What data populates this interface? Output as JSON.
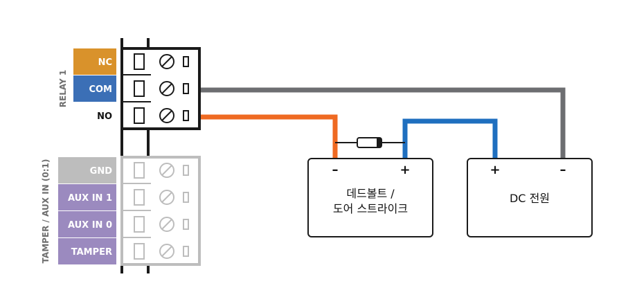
{
  "relay_group": {
    "title": "RELAY 1",
    "pins": [
      {
        "label": "NC",
        "color": "#d9922b",
        "text_color": "#ffffff"
      },
      {
        "label": "COM",
        "color": "#3b6fb6",
        "text_color": "#ffffff"
      },
      {
        "label": "NO",
        "color": "#ffffff",
        "text_color": "#111111"
      }
    ]
  },
  "aux_group": {
    "title": "TAMPER / AUX IN (0:1)",
    "pins": [
      {
        "label": "GND",
        "color": "#bdbdbd",
        "text_color": "#ffffff"
      },
      {
        "label": "AUX IN 1",
        "color": "#9b8abf",
        "text_color": "#ffffff"
      },
      {
        "label": "AUX IN 0",
        "color": "#9b8abf",
        "text_color": "#ffffff"
      },
      {
        "label": "TAMPER",
        "color": "#9b8abf",
        "text_color": "#ffffff"
      }
    ]
  },
  "lock_box": {
    "line1": "데드볼트 /",
    "line2": "도어 스트라이크",
    "minus": "–",
    "plus": "+"
  },
  "power_box": {
    "label": "DC 전원",
    "plus": "+",
    "minus": "–"
  },
  "colors": {
    "wire_gray": "#6d6e71",
    "wire_orange": "#ef6a22",
    "wire_blue": "#1f6fbf",
    "terminal_dark": "#1a1a1a",
    "terminal_light": "#bdbdbd"
  }
}
